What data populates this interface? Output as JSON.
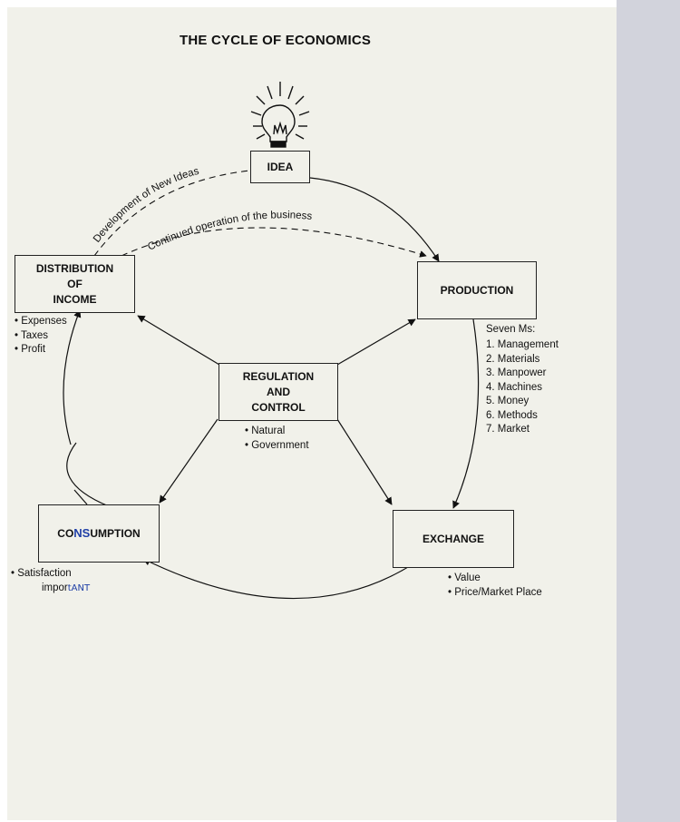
{
  "title": "THE CYCLE OF ECONOMICS",
  "nodes": {
    "idea": "IDEA",
    "production": "PRODUCTION",
    "distribution_line1": "DISTRIBUTION",
    "distribution_line2": "OF",
    "distribution_line3": "INCOME",
    "regulation_line1": "REGULATION",
    "regulation_line2": "AND",
    "regulation_line3": "CONTROL",
    "consumption_part1": "CO",
    "consumption_part2": "NS",
    "consumption_part3": "UMPTION",
    "exchange": "EXCHANGE"
  },
  "labels": {
    "new_ideas": "Development of New Ideas",
    "continued": "Continued operation of the business"
  },
  "distribution_items": [
    "Expenses",
    "Taxes",
    "Profit"
  ],
  "production_header": "Seven Ms:",
  "production_items": [
    "1. Management",
    "2. Materials",
    "3. Manpower",
    "4. Machines",
    "5. Money",
    "6. Methods",
    "7. Market"
  ],
  "regulation_items": [
    "Natural",
    "Government"
  ],
  "exchange_items": [
    "Value",
    "Price/Market Place"
  ],
  "consumption_items": {
    "line1": "Satisfaction",
    "line2_printed": "impor",
    "line2_handwritten": "tANT"
  },
  "colors": {
    "ink": "#111111",
    "handwriting": "#1f3fa6",
    "paper": "#f1f1ea",
    "background": "#d2d3dc"
  }
}
